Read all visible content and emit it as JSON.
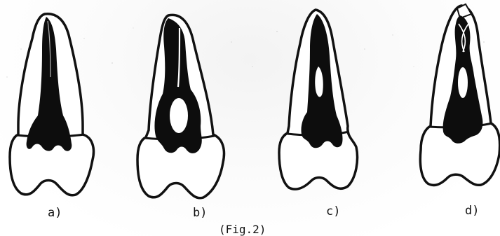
{
  "figure": {
    "caption": "(Fig.2)",
    "panels": [
      {
        "label": "a)"
      },
      {
        "label": "b)"
      },
      {
        "label": "c)"
      },
      {
        "label": "d)"
      }
    ]
  },
  "colors": {
    "ink": "#111111",
    "pulp": "#0d0d0d",
    "paper": "#ffffff"
  }
}
